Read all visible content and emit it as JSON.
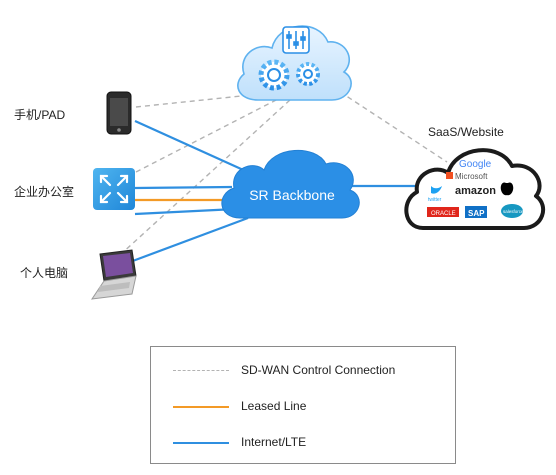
{
  "nodes": {
    "phone_label": "手机/PAD",
    "office_label": "企业办公室",
    "pc_label": "个人电脑",
    "backbone_label": "SR Backbone",
    "saas_label": "SaaS/Website"
  },
  "saas_logos": [
    "Google",
    "Microsoft",
    "amazon",
    "twitter",
    "ORACLE",
    "SAP",
    "salesforce"
  ],
  "legend": {
    "control": "SD-WAN  Control Connection",
    "leased": "Leased Line",
    "internet": "Internet/LTE"
  },
  "colors": {
    "internet": "#2f8fe0",
    "leased": "#f39a26",
    "control": "#b3b3b3",
    "cloud": "#2b8fe6"
  },
  "icons": {
    "controller": "cloud-gear-icon",
    "phone": "phone-icon",
    "office": "router-icon",
    "pc": "laptop-icon"
  }
}
